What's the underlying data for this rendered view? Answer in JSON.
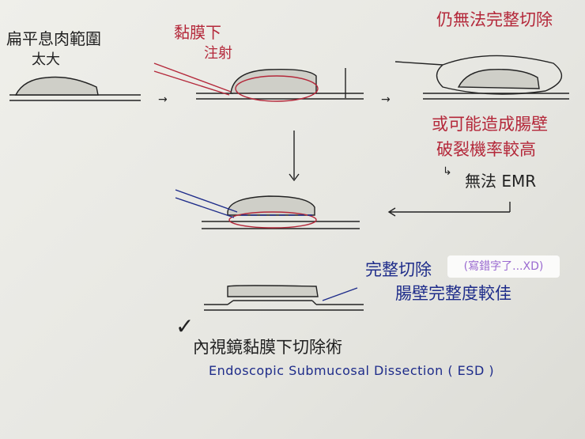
{
  "step1": {
    "label_line1": "扁平息肉範圍",
    "label_line2": "太大"
  },
  "step2": {
    "label_line1": "黏膜下",
    "label_line2": "注射"
  },
  "step3": {
    "label": "仍無法完整切除",
    "risk_line1": "或可能造成腸壁",
    "risk_line2": "破裂機率較高",
    "conclusion": "無法 EMR"
  },
  "result": {
    "label_line1": "完整切除",
    "label_line2": "腸壁完整度較佳",
    "note": "(寫錯字了...XD)"
  },
  "footer": {
    "check": "✓",
    "title_zh": "內視鏡黏膜下切除術",
    "title_en": "Endoscopic Submucosal Dissection ( ESD )"
  },
  "colors": {
    "ink": "#222222",
    "red": "#b4283a",
    "blue": "#1e2c8a"
  }
}
